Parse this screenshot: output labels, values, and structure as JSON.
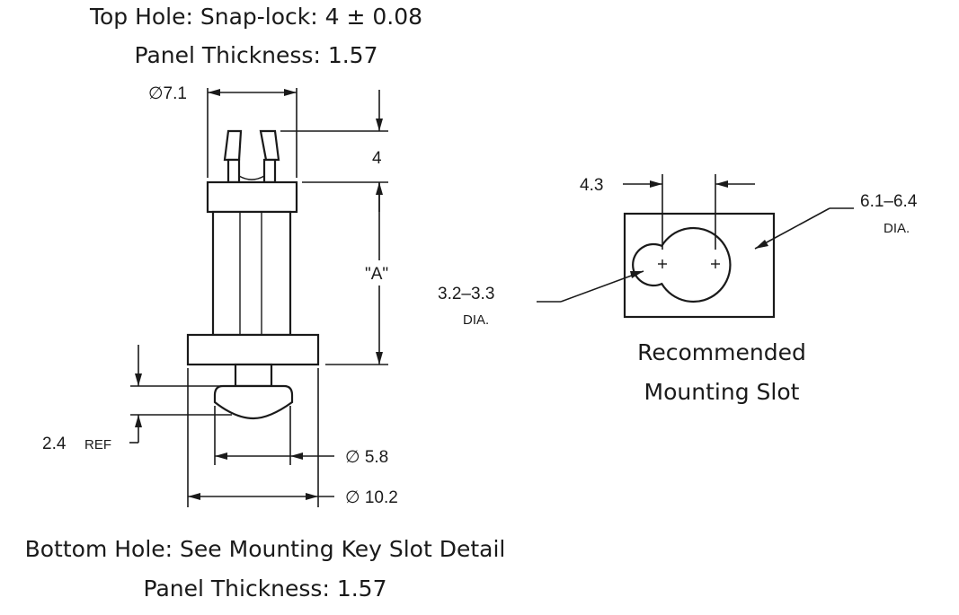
{
  "top_hole": {
    "title": "Top Hole: Snap-lock: 4 ± 0.08",
    "thickness": "Panel Thickness: 1.57"
  },
  "bottom_hole": {
    "title": "Bottom Hole: See Mounting Key Slot Detail",
    "thickness": "Panel Thickness: 1.57"
  },
  "part_dims": {
    "dia_top": "∅7.1",
    "tip_height": "4",
    "length_a": "\"A\"",
    "ref_value": "2.4",
    "ref_unit": "REF",
    "dia_neck": "∅ 5.8",
    "dia_flange": "∅ 10.2"
  },
  "slot_detail": {
    "spacing": "4.3",
    "large_dia": "6.1–6.4",
    "large_dia_unit": "DIA.",
    "small_dia": "3.2–3.3",
    "small_dia_unit": "DIA.",
    "caption_line1": "Recommended",
    "caption_line2": "Mounting Slot"
  }
}
